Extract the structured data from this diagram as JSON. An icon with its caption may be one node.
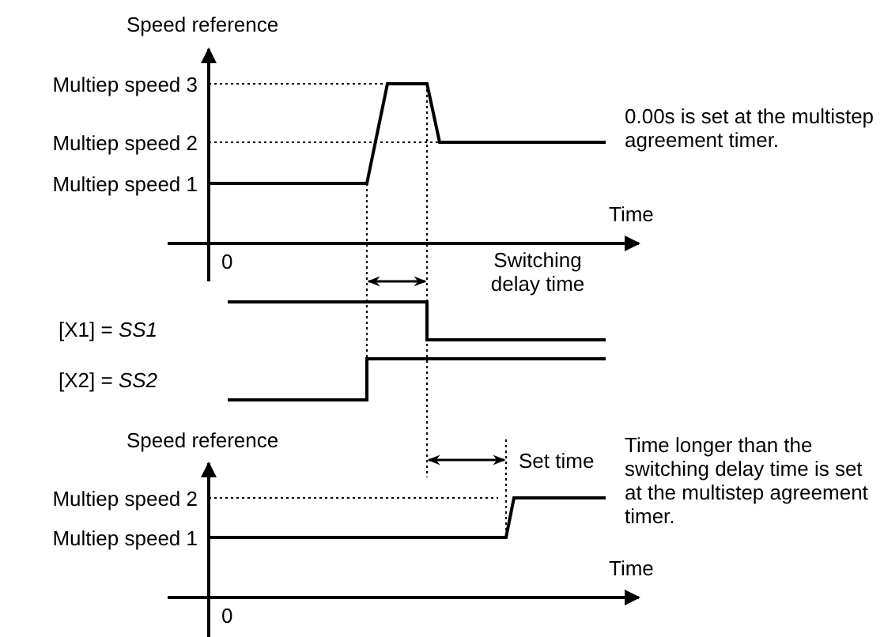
{
  "diagram": {
    "labels": [
      "Speed reference",
      "Multiep speed 3",
      "Multiep speed 2",
      "0.00s is set at the multistep agreement timer.",
      "Multiep speed 1",
      "Time",
      "0",
      "Switching delay time",
      "[X1] = *SS1*",
      "[X2] = *SS2*",
      "Speed reference",
      "Set time",
      "Time longer than the switching delay time is set at the multistep agreement timer.",
      "Multiep speed 2",
      "Multiep speed 1",
      "Time",
      "0"
    ]
  }
}
